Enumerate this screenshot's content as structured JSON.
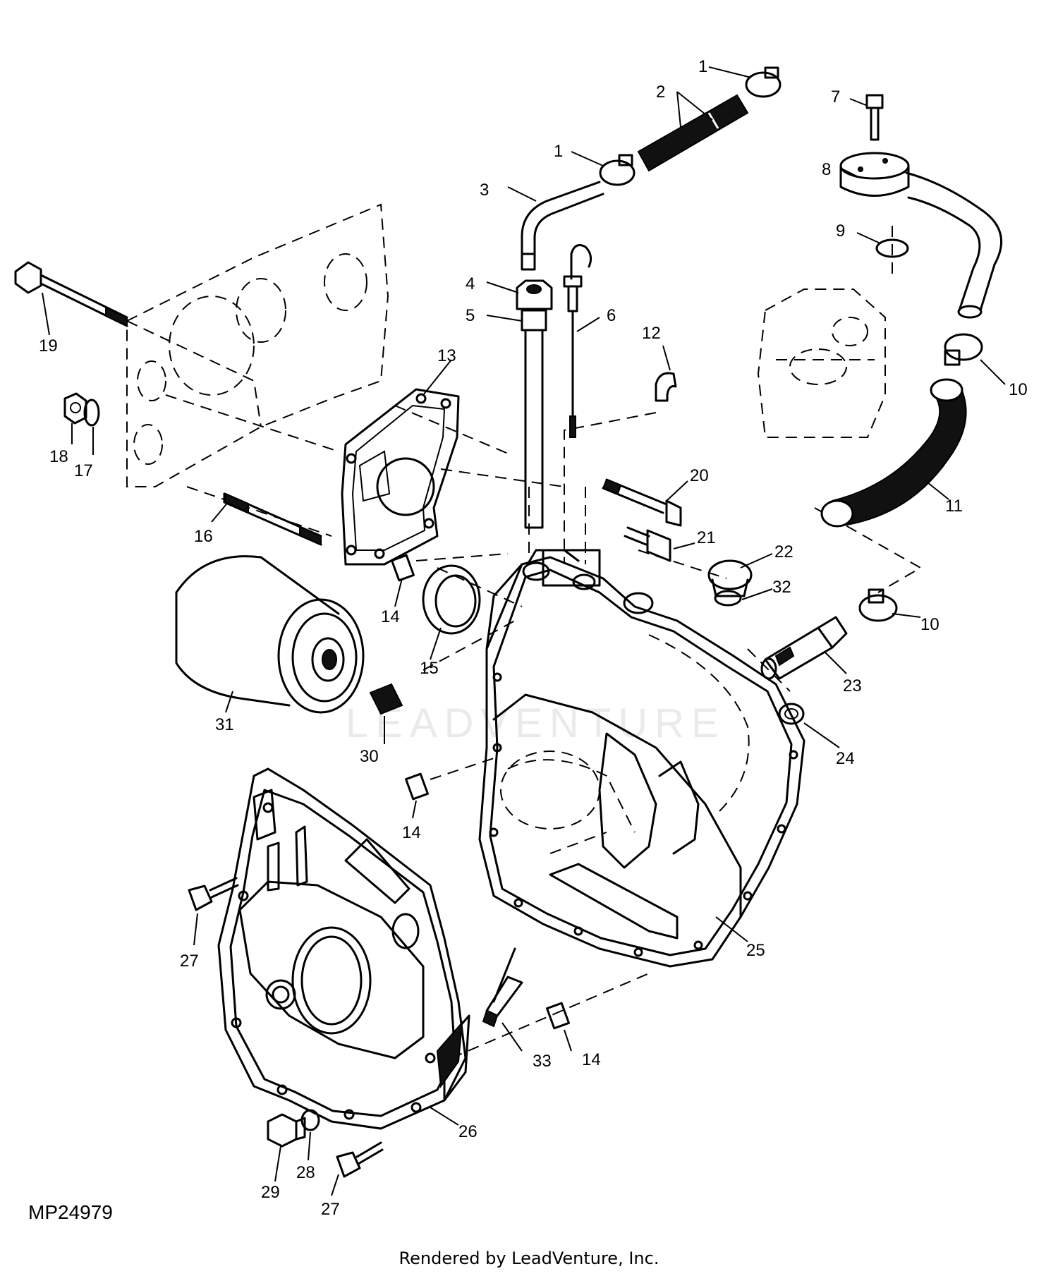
{
  "diagram_id": "MP24979",
  "footer": "Rendered by LeadVenture, Inc.",
  "watermark": "LEADVENTURE",
  "callouts": [
    {
      "part": "part-1",
      "label": "1"
    },
    {
      "part": "part-1",
      "label": "1"
    },
    {
      "part": "part-2",
      "label": "2"
    },
    {
      "part": "part-3",
      "label": "3"
    },
    {
      "part": "part-4",
      "label": "4"
    },
    {
      "part": "part-5",
      "label": "5"
    },
    {
      "part": "part-6",
      "label": "6"
    },
    {
      "part": "part-7",
      "label": "7"
    },
    {
      "part": "part-8",
      "label": "8"
    },
    {
      "part": "part-9",
      "label": "9"
    },
    {
      "part": "part-10",
      "label": "10"
    },
    {
      "part": "part-10",
      "label": "10"
    },
    {
      "part": "part-11",
      "label": "11"
    },
    {
      "part": "part-12",
      "label": "12"
    },
    {
      "part": "part-13",
      "label": "13"
    },
    {
      "part": "part-14",
      "label": "14"
    },
    {
      "part": "part-14",
      "label": "14"
    },
    {
      "part": "part-14",
      "label": "14"
    },
    {
      "part": "part-15",
      "label": "15"
    },
    {
      "part": "part-16",
      "label": "16"
    },
    {
      "part": "part-17",
      "label": "17"
    },
    {
      "part": "part-18",
      "label": "18"
    },
    {
      "part": "part-19",
      "label": "19"
    },
    {
      "part": "part-20",
      "label": "20"
    },
    {
      "part": "part-21",
      "label": "21"
    },
    {
      "part": "part-22",
      "label": "22"
    },
    {
      "part": "part-23",
      "label": "23"
    },
    {
      "part": "part-24",
      "label": "24"
    },
    {
      "part": "part-25",
      "label": "25"
    },
    {
      "part": "part-26",
      "label": "26"
    },
    {
      "part": "part-27",
      "label": "27"
    },
    {
      "part": "part-27",
      "label": "27"
    },
    {
      "part": "part-28",
      "label": "28"
    },
    {
      "part": "part-29",
      "label": "29"
    },
    {
      "part": "part-30",
      "label": "30"
    },
    {
      "part": "part-31",
      "label": "31"
    },
    {
      "part": "part-32",
      "label": "32"
    },
    {
      "part": "part-33",
      "label": "33"
    }
  ]
}
